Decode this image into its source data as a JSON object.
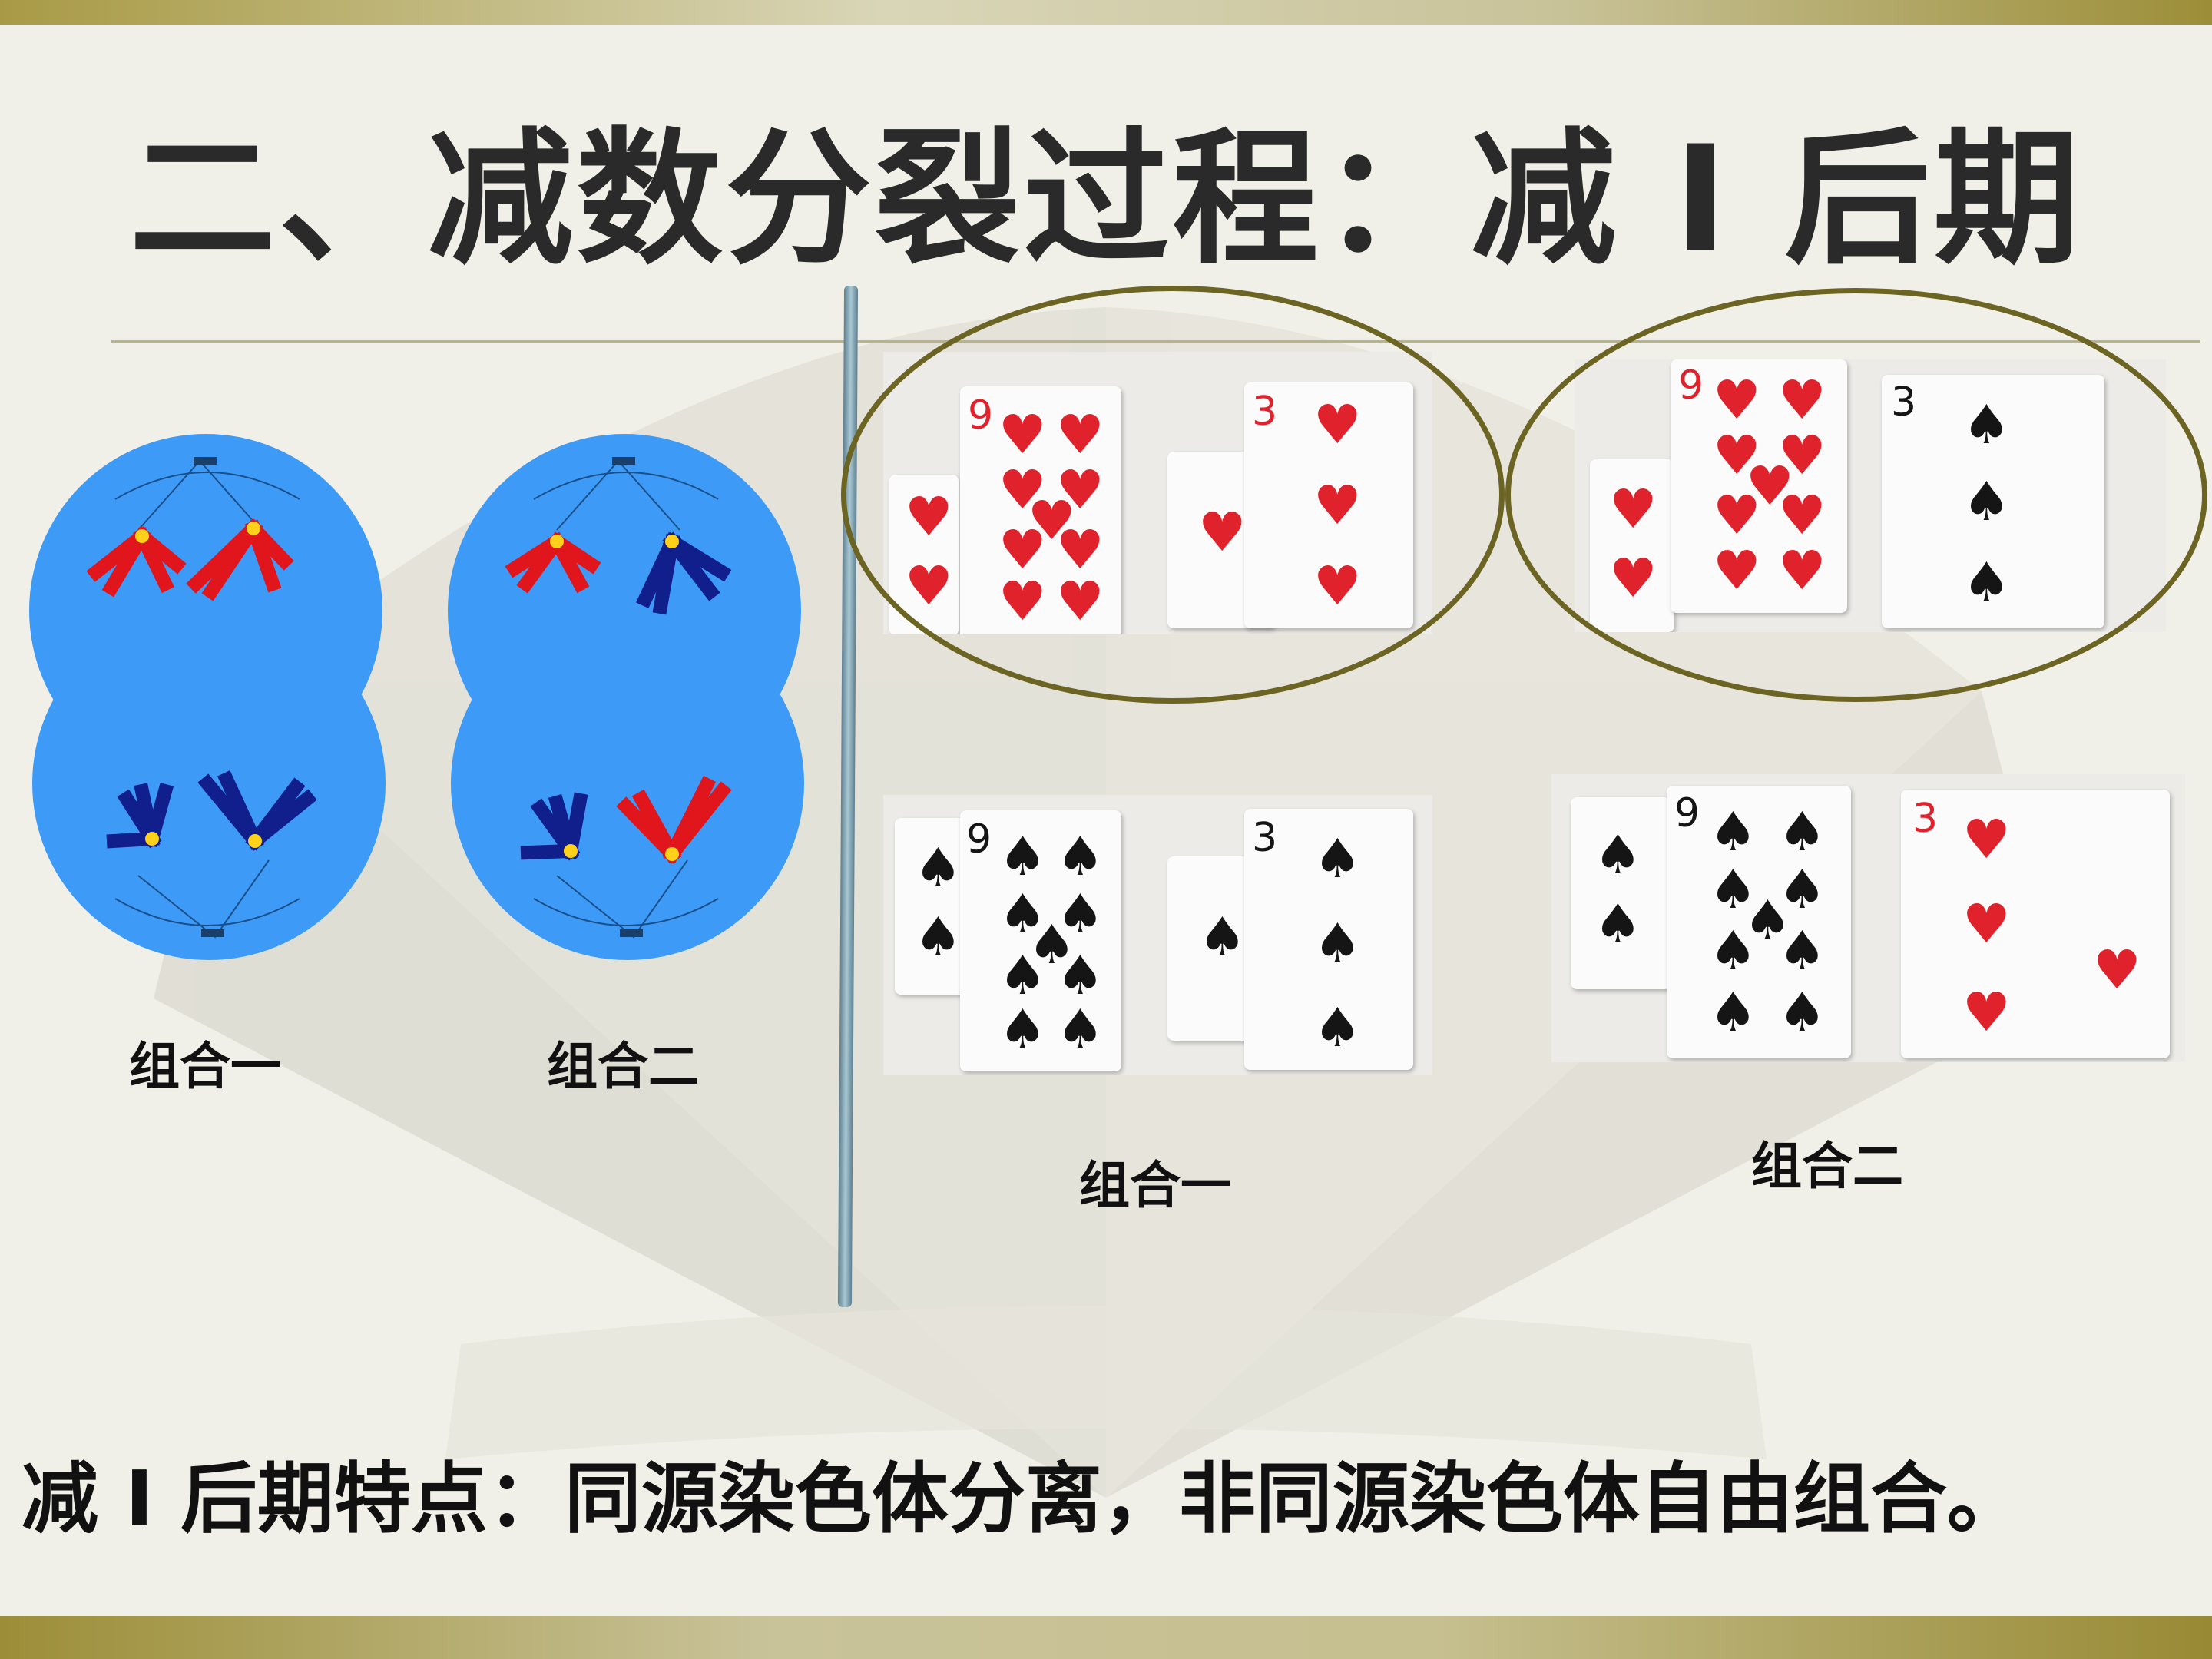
{
  "title": "二、减数分裂过程：减 I 后期",
  "left_labels": [
    "组合一",
    "组合二"
  ],
  "right_labels": [
    "组合一",
    "组合二"
  ],
  "bottom_text": "减 I 后期特点：同源染色体分离，非同源染色体自由组合。",
  "cards": {
    "g1_top": [
      {
        "rank": "9",
        "suit": "♥"
      },
      {
        "rank": "3",
        "suit": "♥"
      }
    ],
    "g2_top": [
      {
        "rank": "9",
        "suit": "♥"
      },
      {
        "rank": "3",
        "suit": "♠"
      }
    ],
    "g1_bottom": [
      {
        "rank": "9",
        "suit": "♠"
      },
      {
        "rank": "3",
        "suit": "♠"
      }
    ],
    "g2_bottom": [
      {
        "rank": "9",
        "suit": "♠"
      },
      {
        "rank": "3",
        "suit": "♥"
      }
    ]
  },
  "colors": {
    "cell": "#3d9bf7",
    "chrom_red": "#e0161c",
    "chrom_blue": "#101f8c",
    "centromere": "#ffd11a",
    "ellipse": "#6b6422"
  }
}
